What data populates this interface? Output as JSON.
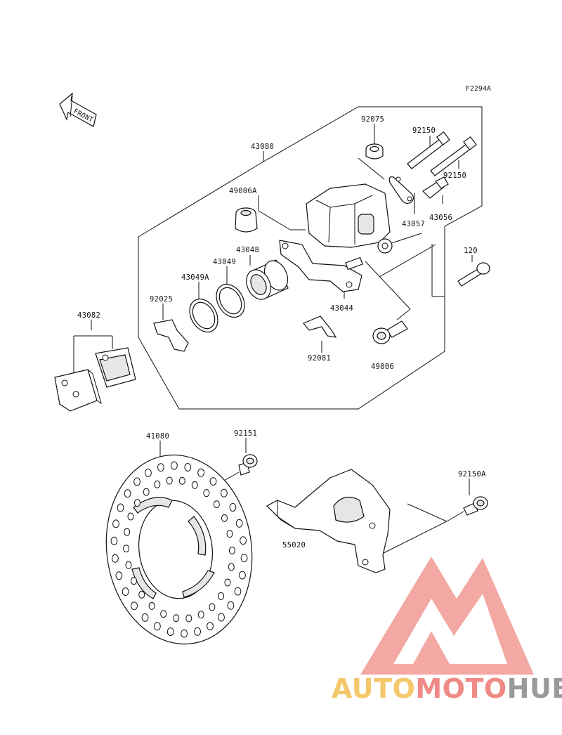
{
  "figure_code": "F2294A",
  "front_label": "FRONT",
  "parts": {
    "p43080": "43080",
    "p92075": "92075",
    "p92150_a": "92150",
    "p92150_b": "92150",
    "p49006A": "49006A",
    "p43057": "43057",
    "p43056": "43056",
    "p43048": "43048",
    "p43049": "43049",
    "p43049A": "43049A",
    "p92025": "92025",
    "p43044": "43044",
    "p120": "120",
    "p43082": "43082",
    "p92081": "92081",
    "p49006": "49006",
    "p41080": "41080",
    "p92151": "92151",
    "p92150A": "92150A",
    "p55020": "55020"
  },
  "watermark": {
    "part1": "AUTO",
    "part2": "MOTO",
    "part3": "HUB"
  },
  "colors": {
    "watermark_gold": "#f4c86a",
    "watermark_red": "#ef8a86",
    "watermark_gray": "#9a9a9a"
  }
}
